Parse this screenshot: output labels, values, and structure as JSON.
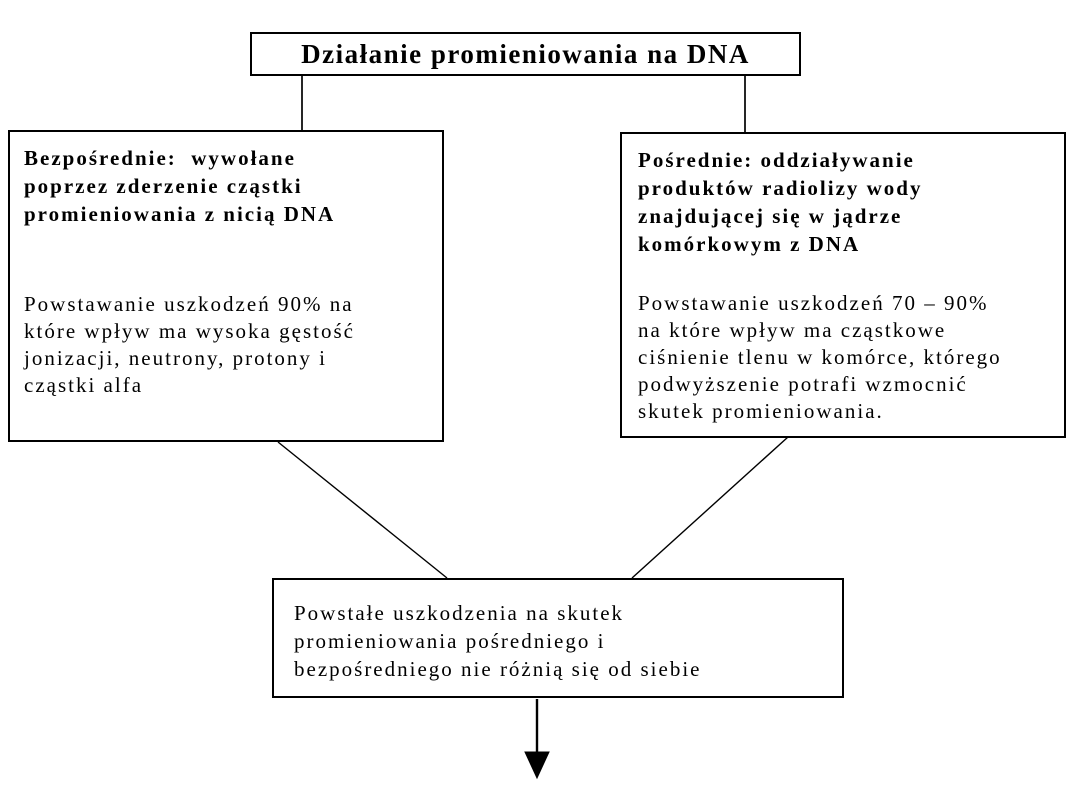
{
  "diagram": {
    "title": "Działanie promieniowania na DNA",
    "left_box": {
      "heading_lines": [
        "Bezpośrednie:  wywołane",
        "poprzez zderzenie cząstki",
        "promieniowania z nicią DNA"
      ],
      "body_lines": [
        "Powstawanie uszkodzeń 90% na",
        "które wpływ ma wysoka gęstość",
        "jonizacji, neutrony, protony i",
        "cząstki alfa"
      ]
    },
    "right_box": {
      "heading_lines": [
        "Pośrednie: oddziaływanie",
        "produktów radiolizy wody",
        "znajdującej się w jądrze",
        "komórkowym z DNA"
      ],
      "body_lines": [
        "Powstawanie uszkodzeń 70 – 90%",
        "na które wpływ ma cząstkowe",
        "ciśnienie tlenu w komórce, którego",
        "podwyższenie potrafi wzmocnić",
        "skutek promieniowania."
      ]
    },
    "bottom_box": {
      "body_lines": [
        "Powstałe uszkodzenia na skutek",
        "promieniowania pośredniego i",
        "bezpośredniego nie różnią się od siebie"
      ]
    },
    "colors": {
      "line": "#000000",
      "text": "#000000",
      "background": "#ffffff"
    }
  }
}
